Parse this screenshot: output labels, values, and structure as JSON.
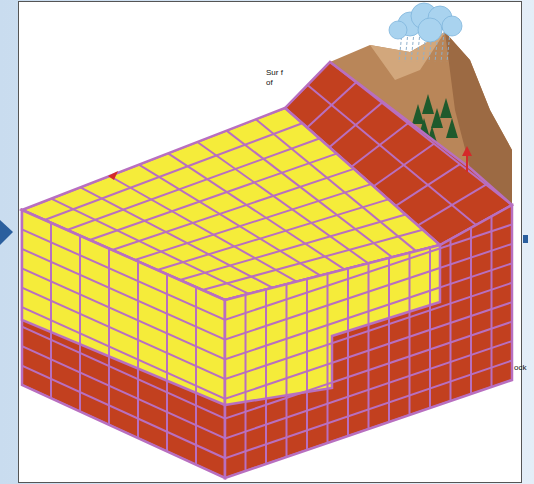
{
  "diagram": {
    "labels": [
      "Sur f",
      "of",
      "ock"
    ]
  }
}
